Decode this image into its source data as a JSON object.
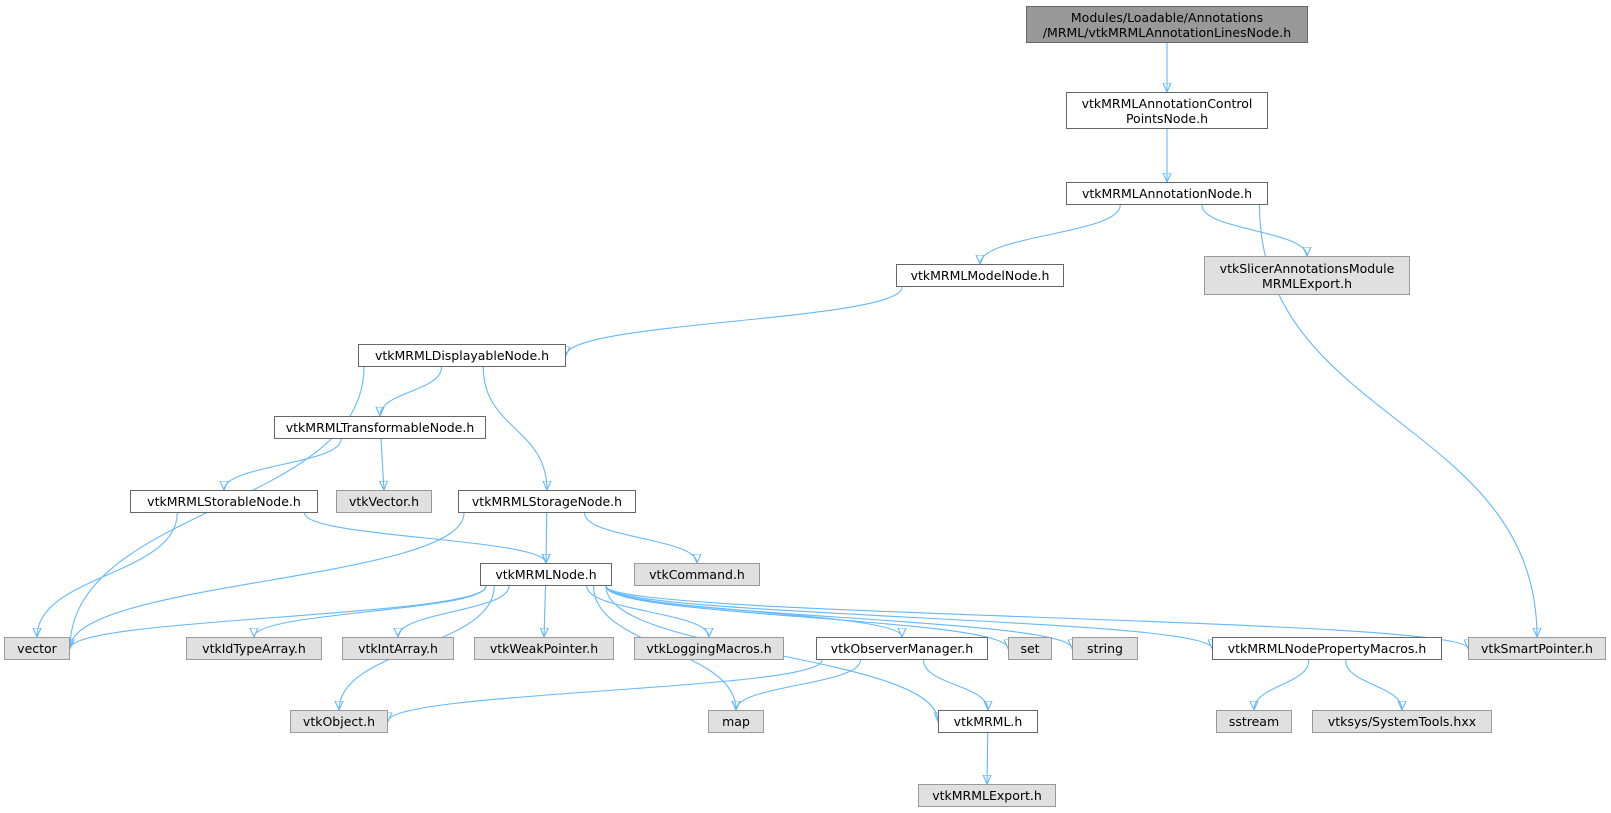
{
  "diagram": {
    "arrow_color": "#63b8ff",
    "nodes": [
      {
        "id": "root",
        "lines": [
          "Modules/Loadable/Annotations",
          "/MRML/vtkMRMLAnnotationLinesNode.h"
        ],
        "style": "root"
      },
      {
        "id": "cpnode",
        "lines": [
          "vtkMRMLAnnotationControl",
          "PointsNode.h"
        ],
        "style": "normal"
      },
      {
        "id": "annnode",
        "lines": [
          "vtkMRMLAnnotationNode.h"
        ],
        "style": "normal"
      },
      {
        "id": "modelnode",
        "lines": [
          "vtkMRMLModelNode.h"
        ],
        "style": "normal"
      },
      {
        "id": "slicerexport",
        "lines": [
          "vtkSlicerAnnotationsModule",
          "MRMLExport.h"
        ],
        "style": "external"
      },
      {
        "id": "displayable",
        "lines": [
          "vtkMRMLDisplayableNode.h"
        ],
        "style": "normal"
      },
      {
        "id": "transformable",
        "lines": [
          "vtkMRMLTransformableNode.h"
        ],
        "style": "normal"
      },
      {
        "id": "storable",
        "lines": [
          "vtkMRMLStorableNode.h"
        ],
        "style": "normal"
      },
      {
        "id": "vtkvector",
        "lines": [
          "vtkVector.h"
        ],
        "style": "external"
      },
      {
        "id": "storage",
        "lines": [
          "vtkMRMLStorageNode.h"
        ],
        "style": "normal"
      },
      {
        "id": "mrmlnode",
        "lines": [
          "vtkMRMLNode.h"
        ],
        "style": "normal"
      },
      {
        "id": "vtkcommand",
        "lines": [
          "vtkCommand.h"
        ],
        "style": "external"
      },
      {
        "id": "vector",
        "lines": [
          "vector"
        ],
        "style": "external"
      },
      {
        "id": "idtype",
        "lines": [
          "vtkIdTypeArray.h"
        ],
        "style": "external"
      },
      {
        "id": "intarray",
        "lines": [
          "vtkIntArray.h"
        ],
        "style": "external"
      },
      {
        "id": "weakptr",
        "lines": [
          "vtkWeakPointer.h"
        ],
        "style": "external"
      },
      {
        "id": "logging",
        "lines": [
          "vtkLoggingMacros.h"
        ],
        "style": "external"
      },
      {
        "id": "observer",
        "lines": [
          "vtkObserverManager.h"
        ],
        "style": "normal"
      },
      {
        "id": "set",
        "lines": [
          "set"
        ],
        "style": "external"
      },
      {
        "id": "string",
        "lines": [
          "string"
        ],
        "style": "external"
      },
      {
        "id": "propmacros",
        "lines": [
          "vtkMRMLNodePropertyMacros.h"
        ],
        "style": "normal"
      },
      {
        "id": "smartptr",
        "lines": [
          "vtkSmartPointer.h"
        ],
        "style": "external"
      },
      {
        "id": "vtkobject",
        "lines": [
          "vtkObject.h"
        ],
        "style": "external"
      },
      {
        "id": "map",
        "lines": [
          "map"
        ],
        "style": "external"
      },
      {
        "id": "vtkmrml",
        "lines": [
          "vtkMRML.h"
        ],
        "style": "normal"
      },
      {
        "id": "sstream",
        "lines": [
          "sstream"
        ],
        "style": "external"
      },
      {
        "id": "systools",
        "lines": [
          "vtksys/SystemTools.hxx"
        ],
        "style": "external"
      },
      {
        "id": "mrmlexport",
        "lines": [
          "vtkMRMLExport.h"
        ],
        "style": "external"
      }
    ],
    "edges": [
      [
        "root",
        "cpnode"
      ],
      [
        "cpnode",
        "annnode"
      ],
      [
        "annnode",
        "modelnode"
      ],
      [
        "annnode",
        "slicerexport"
      ],
      [
        "annnode",
        "smartptr"
      ],
      [
        "modelnode",
        "displayable"
      ],
      [
        "displayable",
        "transformable"
      ],
      [
        "displayable",
        "storage"
      ],
      [
        "displayable",
        "vector"
      ],
      [
        "transformable",
        "storable"
      ],
      [
        "transformable",
        "vtkvector"
      ],
      [
        "storable",
        "mrmlnode"
      ],
      [
        "storable",
        "vector"
      ],
      [
        "storage",
        "mrmlnode"
      ],
      [
        "storage",
        "vtkcommand"
      ],
      [
        "storage",
        "vector"
      ],
      [
        "mrmlnode",
        "vector"
      ],
      [
        "mrmlnode",
        "idtype"
      ],
      [
        "mrmlnode",
        "intarray"
      ],
      [
        "mrmlnode",
        "weakptr"
      ],
      [
        "mrmlnode",
        "logging"
      ],
      [
        "mrmlnode",
        "observer"
      ],
      [
        "mrmlnode",
        "set"
      ],
      [
        "mrmlnode",
        "string"
      ],
      [
        "mrmlnode",
        "propmacros"
      ],
      [
        "mrmlnode",
        "smartptr"
      ],
      [
        "mrmlnode",
        "vtkobject"
      ],
      [
        "mrmlnode",
        "map"
      ],
      [
        "mrmlnode",
        "vtkmrml"
      ],
      [
        "observer",
        "vtkobject"
      ],
      [
        "observer",
        "map"
      ],
      [
        "observer",
        "vtkmrml"
      ],
      [
        "propmacros",
        "sstream"
      ],
      [
        "propmacros",
        "systools"
      ],
      [
        "vtkmrml",
        "mrmlexport"
      ]
    ]
  }
}
